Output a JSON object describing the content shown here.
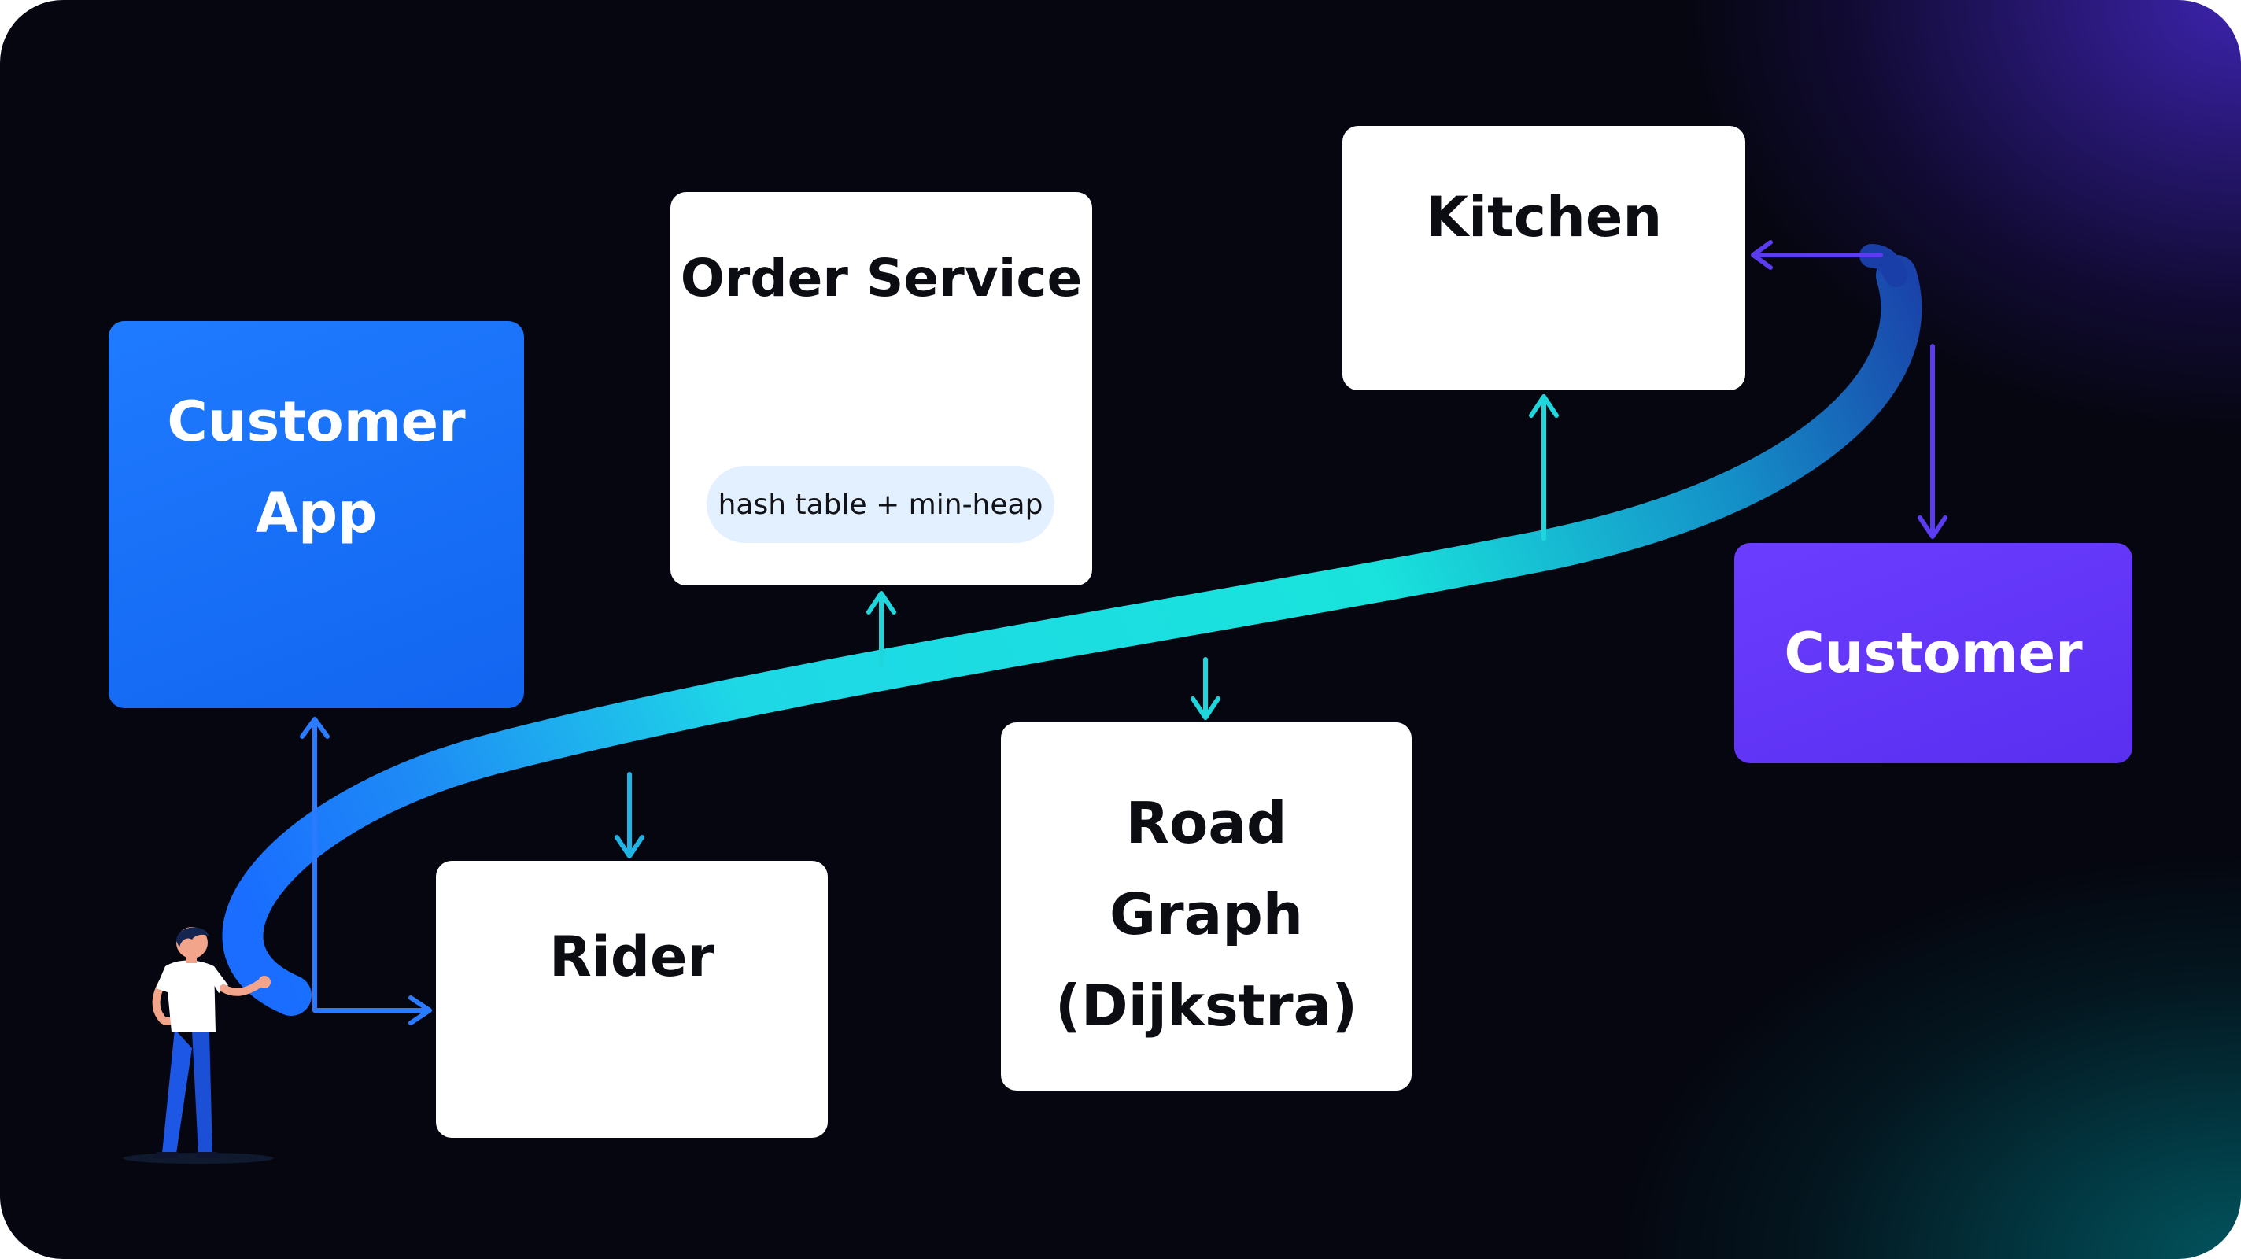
{
  "nodes": {
    "customer_app": {
      "lines": [
        "Customer",
        "App"
      ],
      "color": "#1f7bff"
    },
    "order_service": {
      "title": "Order Service",
      "badge": "hash table + min-heap"
    },
    "kitchen": {
      "title": "Kitchen"
    },
    "customer": {
      "title": "Customer",
      "color": "#6b3dff"
    },
    "road_graph": {
      "lines": [
        "Road",
        "Graph",
        "(Dijkstra)"
      ]
    },
    "rider": {
      "title": "Rider"
    }
  },
  "colors": {
    "background": "#05060f",
    "flow_ribbon": "#19e3e0",
    "connector_cyan": "#1fd6dc",
    "connector_blue": "#2a7bff",
    "connector_purple": "#5b3cf0"
  },
  "icons": [
    "person-illustration",
    "arrow-icon"
  ]
}
